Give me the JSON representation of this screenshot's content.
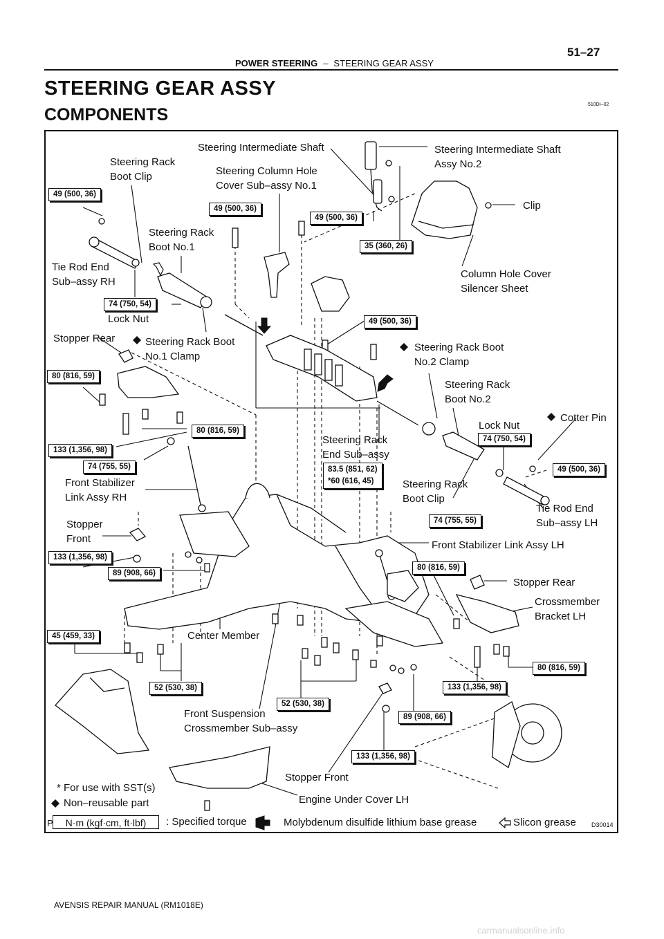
{
  "header": {
    "section": "POWER STEERING",
    "separator": "–",
    "subsection": "STEERING GEAR ASSY",
    "page_number": "51–27"
  },
  "title": "STEERING GEAR ASSY",
  "subtitle": "COMPONENTS",
  "doc_code": "510DI–02",
  "figure_code": "D30014",
  "corner_mark": "P",
  "labels": {
    "steering_intermediate_shaft": "Steering Intermediate Shaft",
    "steering_intermediate_shaft_assy_no2_l1": "Steering Intermediate Shaft",
    "steering_intermediate_shaft_assy_no2_l2": "Assy No.2",
    "steering_rack_boot_clip_rh_l1": "Steering Rack",
    "steering_rack_boot_clip_rh_l2": "Boot Clip",
    "column_hole_cover_l1": "Steering Column Hole",
    "column_hole_cover_l2": "Cover Sub–assy No.1",
    "clip": "Clip",
    "steering_rack_boot_no1_l1": "Steering Rack",
    "steering_rack_boot_no1_l2": "Boot No.1",
    "tie_rod_end_rh_l1": "Tie Rod End",
    "tie_rod_end_rh_l2": "Sub–assy RH",
    "silencer_sheet_l1": "Column Hole Cover",
    "silencer_sheet_l2": "Silencer Sheet",
    "lock_nut_rh": "Lock Nut",
    "stopper_rear_rh": "Stopper Rear",
    "boot_no1_clamp_l1": "Steering Rack Boot",
    "boot_no1_clamp_l2": "No.1 Clamp",
    "boot_no2_clamp_l1": "Steering Rack Boot",
    "boot_no2_clamp_l2": "No.2 Clamp",
    "steering_rack_boot_no2_l1": "Steering Rack",
    "steering_rack_boot_no2_l2": "Boot No.2",
    "cotter_pin": "Cotter Pin",
    "lock_nut_lh": "Lock Nut",
    "rack_end_l1": "Steering Rack",
    "rack_end_l2": "End Sub–assy",
    "stabilizer_link_rh_l1": "Front Stabilizer",
    "stabilizer_link_rh_l2": "Link Assy RH",
    "boot_clip_lh_l1": "Steering Rack",
    "boot_clip_lh_l2": "Boot Clip",
    "tie_rod_end_lh_l1": "Tie Rod End",
    "tie_rod_end_lh_l2": "Sub–assy LH",
    "stopper_front_l1": "Stopper",
    "stopper_front_l2": "Front",
    "stabilizer_link_lh": "Front Stabilizer Link Assy LH",
    "stopper_rear_lh": "Stopper Rear",
    "crossmember_bracket_l1": "Crossmember",
    "crossmember_bracket_l2": "Bracket LH",
    "center_member": "Center Member",
    "front_suspension_l1": "Front Suspension",
    "front_suspension_l2": "Crossmember Sub–assy",
    "stopper_front_bottom": "Stopper Front",
    "engine_under_cover": "Engine Under Cover LH"
  },
  "torques": {
    "t1": "49 (500, 36)",
    "t2": "49 (500, 36)",
    "t3": "49 (500, 36)",
    "t4": "35 (360, 26)",
    "t5": "74 (750, 54)",
    "t6": "49 (500, 36)",
    "t7": "80 (816, 59)",
    "t8": "80 (816, 59)",
    "t9": "133 (1,356, 98)",
    "t10": "74 (755, 55)",
    "t11": "74 (750, 54)",
    "t12": "49 (500, 36)",
    "t13a": "83.5 (851, 62)",
    "t13b": "*60 (616, 45)",
    "t14": "74 (755, 55)",
    "t15": "133 (1,356, 98)",
    "t16": "89 (908, 66)",
    "t17": "80 (816, 59)",
    "t18": "45 (459, 33)",
    "t19": "80 (816, 59)",
    "t20": "52 (530, 38)",
    "t21": "133 (1,356, 98)",
    "t22": "52 (530, 38)",
    "t23": "89 (908, 66)",
    "t24": "133 (1,356, 98)"
  },
  "notes": {
    "sst": "* For use with SST(s)",
    "non_reusable": "Non–reusable part",
    "unit_box": "N·m (kgf·cm, ft·lbf)",
    "specified_torque": ": Specified torque",
    "moly_grease": "Molybdenum disulfide lithium base grease",
    "silicon_grease": "Slicon grease"
  },
  "footer": "AVENSIS REPAIR MANUAL   (RM1018E)",
  "watermark": "carmanualsonline.info"
}
